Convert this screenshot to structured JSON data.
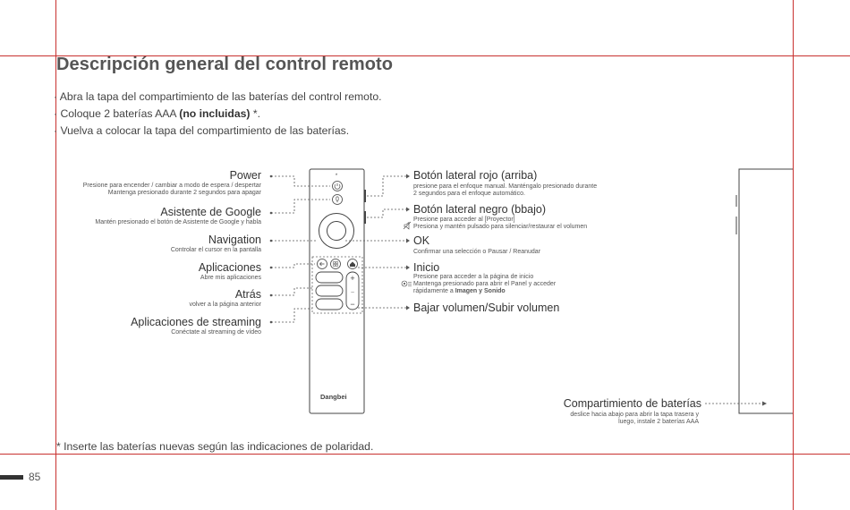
{
  "page": {
    "title": "Descripción general del control remoto",
    "page_number": "85"
  },
  "steps": [
    {
      "text": "Abra la tapa del compartimiento de las baterías del control remoto."
    },
    {
      "pre": "Coloque 2 baterías AAA ",
      "bold": "(no incluidas)",
      "post": " *."
    },
    {
      "text": "Vuelva a colocar la tapa del compartimiento de las baterías."
    }
  ],
  "footnote": "* Inserte las baterías nuevas según las indicaciones de polaridad.",
  "left_labels": [
    {
      "title": "Power",
      "desc1": "Presione para encender / cambiar a modo de espera / despertar",
      "desc2": "Mantenga presionado durante 2 segundos para apagar"
    },
    {
      "title": "Asistente de Google",
      "desc1": "Mantén presionado el botón de Asistente de Google y habla",
      "desc2": ""
    },
    {
      "title": "Navigation",
      "desc1": "Controlar el cursor en la pantalla",
      "desc2": ""
    },
    {
      "title": "Aplicaciones",
      "desc1": "Abre mis aplicaciones",
      "desc2": ""
    },
    {
      "title": "Atrás",
      "desc1": "volver a la página anterior",
      "desc2": ""
    },
    {
      "title": "Aplicaciones de streaming",
      "desc1": "Conéctate al streaming de vídeo",
      "desc2": ""
    }
  ],
  "right_labels": [
    {
      "title": "Botón lateral rojo (arriba)",
      "desc1": "presione para el enfoque manual. Manténgalo presionado durante",
      "desc2": "2 segundos para el enfoque automático."
    },
    {
      "title": "Botón lateral negro (bbajo)",
      "desc1": "Presione para acceder al [Proyector]",
      "desc2": "Presiona y mantén pulsado para silenciar/restaurar el volumen"
    },
    {
      "title": "OK",
      "desc1": "Confirmar una selección o Pausar / Reanudar",
      "desc2": ""
    },
    {
      "title": "Inicio",
      "desc1": "Presione para acceder a la página de inicio",
      "desc2": "Mantenga presionado para abrir el Panel y acceder",
      "desc3_pre": "rápidamente a ",
      "desc3_bold": "Imagen y Sonido"
    },
    {
      "title": "Bajar volumen/Subir volumen",
      "desc1": "",
      "desc2": ""
    }
  ],
  "battery": {
    "title": "Compartimiento de baterías",
    "desc1": "deslice hacia abajo para abrir la tapa trasera y",
    "desc2": "luego, instale 2 baterías AAA"
  },
  "remote": {
    "brand": "Dangbei"
  },
  "icons": [
    "power-icon",
    "google-assistant-icon",
    "navigation-ring-icon",
    "apps-icon",
    "back-icon",
    "home-icon",
    "volume-plus-icon",
    "volume-minus-icon",
    "mute-icon",
    "panel-icon"
  ]
}
